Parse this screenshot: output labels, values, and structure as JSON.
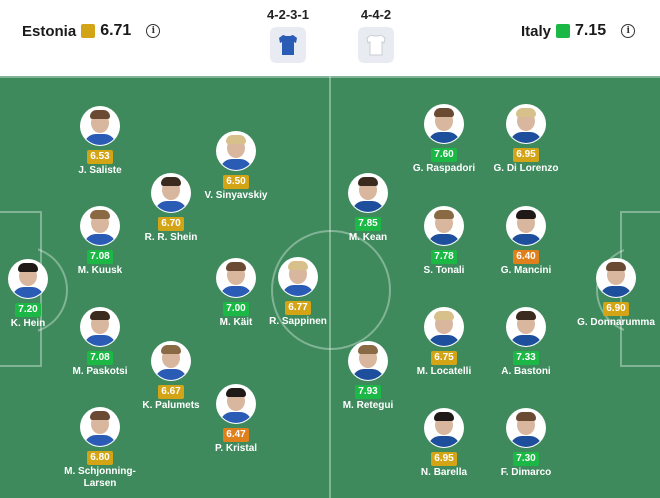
{
  "header": {
    "home": {
      "name": "Estonia",
      "rating": "6.71",
      "color": "#d4a417"
    },
    "away": {
      "name": "Italy",
      "rating": "7.15",
      "color": "#1cb846"
    },
    "home_formation": "4-2-3-1",
    "away_formation": "4-4-2",
    "info_glyph": "i"
  },
  "colors": {
    "pitch": "#3e8a5d",
    "rating_green": "#1cb846",
    "rating_yellow": "#d4a417",
    "rating_orange": "#e0801c",
    "home_shirt": "#2a5bb5",
    "away_shirt": "#ffffff"
  },
  "home_players": [
    {
      "name": "J. Saliste",
      "rating": "6.53",
      "level": "yellow"
    },
    {
      "name": "V. Sinyavskiy",
      "rating": "6.50",
      "level": "yellow"
    },
    {
      "name": "R. R. Shein",
      "rating": "6.70",
      "level": "yellow"
    },
    {
      "name": "M. Kuusk",
      "rating": "7.08",
      "level": "green"
    },
    {
      "name": "K. Hein",
      "rating": "7.20",
      "level": "green"
    },
    {
      "name": "M. Käit",
      "rating": "7.00",
      "level": "green"
    },
    {
      "name": "R. Sappinen",
      "rating": "6.77",
      "level": "yellow"
    },
    {
      "name": "M. Paskotsi",
      "rating": "7.08",
      "level": "green"
    },
    {
      "name": "K. Palumets",
      "rating": "6.67",
      "level": "yellow"
    },
    {
      "name": "P. Kristal",
      "rating": "6.47",
      "level": "orange"
    },
    {
      "name": "M. Schjonning-Larsen",
      "rating": "6.80",
      "level": "yellow"
    }
  ],
  "away_players": [
    {
      "name": "G. Raspadori",
      "rating": "7.60",
      "level": "green"
    },
    {
      "name": "G. Di Lorenzo",
      "rating": "6.95",
      "level": "yellow"
    },
    {
      "name": "M. Kean",
      "rating": "7.85",
      "level": "green"
    },
    {
      "name": "S. Tonali",
      "rating": "7.78",
      "level": "green"
    },
    {
      "name": "G. Mancini",
      "rating": "6.40",
      "level": "orange"
    },
    {
      "name": "G. Donnarumma",
      "rating": "6.90",
      "level": "yellow"
    },
    {
      "name": "M. Locatelli",
      "rating": "6.75",
      "level": "yellow"
    },
    {
      "name": "A. Bastoni",
      "rating": "7.33",
      "level": "green"
    },
    {
      "name": "M. Retegui",
      "rating": "7.93",
      "level": "green"
    },
    {
      "name": "N. Barella",
      "rating": "6.95",
      "level": "yellow"
    },
    {
      "name": "F. Dimarco",
      "rating": "7.30",
      "level": "green"
    }
  ]
}
